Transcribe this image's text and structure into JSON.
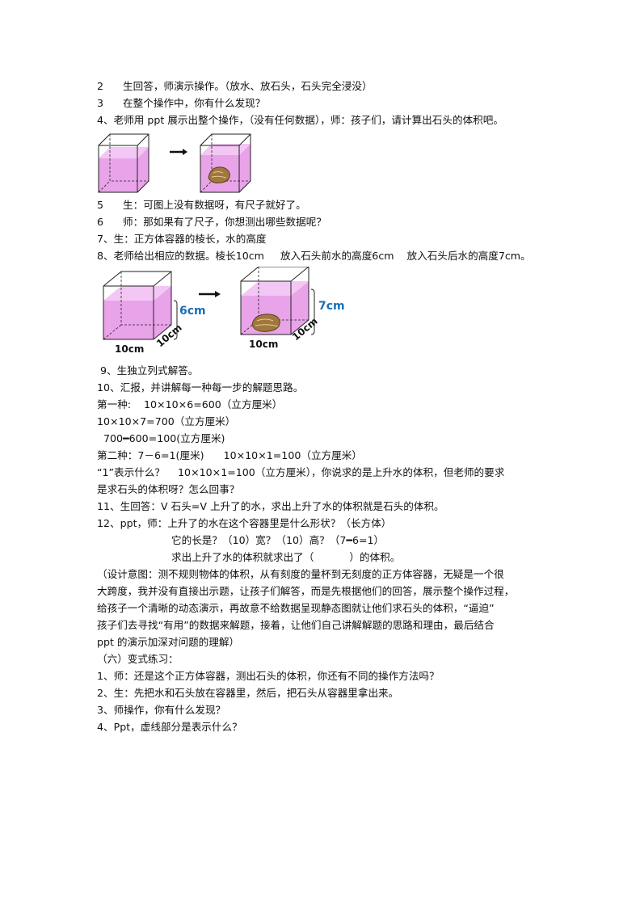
{
  "lines": {
    "l1": "2      生回答，师演示操作。（放水、放石头，石头完全浸没）",
    "l2": "3      在整个操作中，你有什么发现？",
    "l3": "4、老师用 ppt 展示出整个操作，（没有任何数据），师：孩子们，请计算出石头的体积吧。",
    "l4": "5      生：可图上没有数据呀，有尺子就好了。",
    "l5": "6      师：那如果有了尺子，你想测出哪些数据呢？",
    "l6": "7、生：正方体容器的棱长，水的高度",
    "l7": "8、老师给出相应的数据。棱长10cm     放入石头前水的高度6cm    放入石头后水的高度7cm。",
    "l8": " 9、生独立列式解答。",
    "l9": "10、汇报，并讲解每一种每一步的解题思路。",
    "l10": "第一种:    10×10×6=600（立方厘米）",
    "l11": "10×10×7=700（立方厘米）",
    "l12": "  700━600=100(立方厘米)",
    "l13": "第二种：7－6=1(厘米)      10×10×1=100（立方厘米）",
    "l14": "“1”表示什么？    10×10×1=100（立方厘米），你说求的是上升水的体积，但老师的要求",
    "l15": "是求石头的体积呀？怎么回事？",
    "l16": "11、生回答：V 石头=V 上升了的水，求出上升了水的体积就是石头的体积。",
    "l17": "12、ppt，师：上升了的水在这个容器里是什么形状？（长方体）",
    "l18": "它的长是？（10）宽？（10）高？（7━6=1）",
    "l19a": "求出上升了水的体积就求出了（",
    "l19b": "）的体积。",
    "p1": "（设计意图：测不规则物体的体积，从有刻度的量杯到无刻度的正方体容器，无疑是一个很",
    "p2": "大跨度，我并没有直接出示题，让孩子们解答，而是先根据他们的回答，展示整个操作过程，",
    "p3": "给孩子一个清晰的动态演示，再故意不给数据呈现静态图就让他们求石头的体积，“逼迫”",
    "p4": "孩子们去寻找“有用”的数据来解题，接着，让他们自己讲解解题的思路和理由，最后结合",
    "p5": "ppt 的演示加深对问题的理解）",
    "l20": "（六）变式练习：",
    "l21": "1、师：还是这个正方体容器，测出石头的体积，你还有不同的操作方法吗？",
    "l22": "2、生：先把水和石头放在容器里，然后，把石头从容器里拿出来。",
    "l23": "3、师操作，你有什么发现？",
    "l24": "4、Ppt，虚线部分是表示什么？"
  },
  "figure2": {
    "left_height": "6cm",
    "right_height": "7cm",
    "edge_bottom": "10cm",
    "edge_depth": "10cm"
  },
  "colors": {
    "water": "#e9a3e9",
    "dimension_text": "#1a6fb5",
    "rock": "#a0783e"
  }
}
